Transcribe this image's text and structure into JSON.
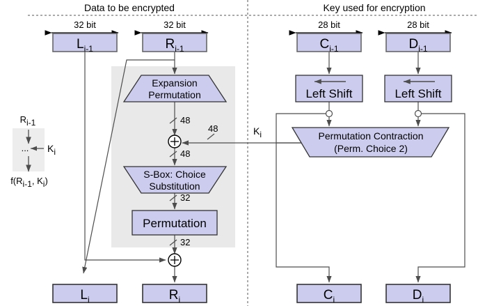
{
  "diagram": {
    "title_left": "Data to be encrypted",
    "title_right": "Key used for encryption",
    "colors": {
      "box_fill": "#ccccee",
      "box_stroke": "#666666",
      "panel_fill": "#e9e9e9",
      "line": "#4d4d4d",
      "text": "#000000"
    }
  },
  "bitlabels": {
    "left_l": "32 bit",
    "left_r": "32 bit",
    "key_c": "28 bit",
    "key_d": "28 bit"
  },
  "top_boxes": {
    "l_prev": {
      "base": "L",
      "sub": "i-1"
    },
    "r_prev": {
      "base": "R",
      "sub": "i-1"
    },
    "c_prev": {
      "base": "C",
      "sub": "i-1"
    },
    "d_prev": {
      "base": "D",
      "sub": "i-1"
    }
  },
  "bottom_boxes": {
    "l_next": {
      "base": "L",
      "sub": "i"
    },
    "r_next": {
      "base": "R",
      "sub": "i"
    },
    "c_next": {
      "base": "C",
      "sub": "i"
    },
    "d_next": {
      "base": "D",
      "sub": "i"
    }
  },
  "fbox": {
    "expansion": {
      "line1": "Expansion",
      "line2": "Permutation"
    },
    "sbox": {
      "line1": "S-Box: Choice",
      "line2": "Substitution"
    },
    "permutation": "Permutation"
  },
  "keyside": {
    "left_shift_1": "Left Shift",
    "left_shift_2": "Left Shift",
    "contraction": {
      "line1": "Permutation Contraction",
      "line2": "(Perm. Choice 2)"
    },
    "subkey": {
      "base": "K",
      "sub": "i"
    }
  },
  "wirelabels": {
    "exp_out": "48",
    "xor_in_key": "48",
    "xor_out": "48",
    "sbox_out": "32",
    "perm_out": "32"
  },
  "legend": {
    "input": {
      "base": "R",
      "sub": "i-1"
    },
    "key": {
      "base": "K",
      "sub": "i"
    },
    "dots": "...",
    "output_prefix": "f(R",
    "output_sub1": "i-1",
    "output_mid": ", K",
    "output_sub2": "i",
    "output_suffix": ")"
  },
  "icons": {
    "xor": "⊕",
    "left_arrow": "left-arrow-icon",
    "junction": "junction-dot-icon"
  }
}
